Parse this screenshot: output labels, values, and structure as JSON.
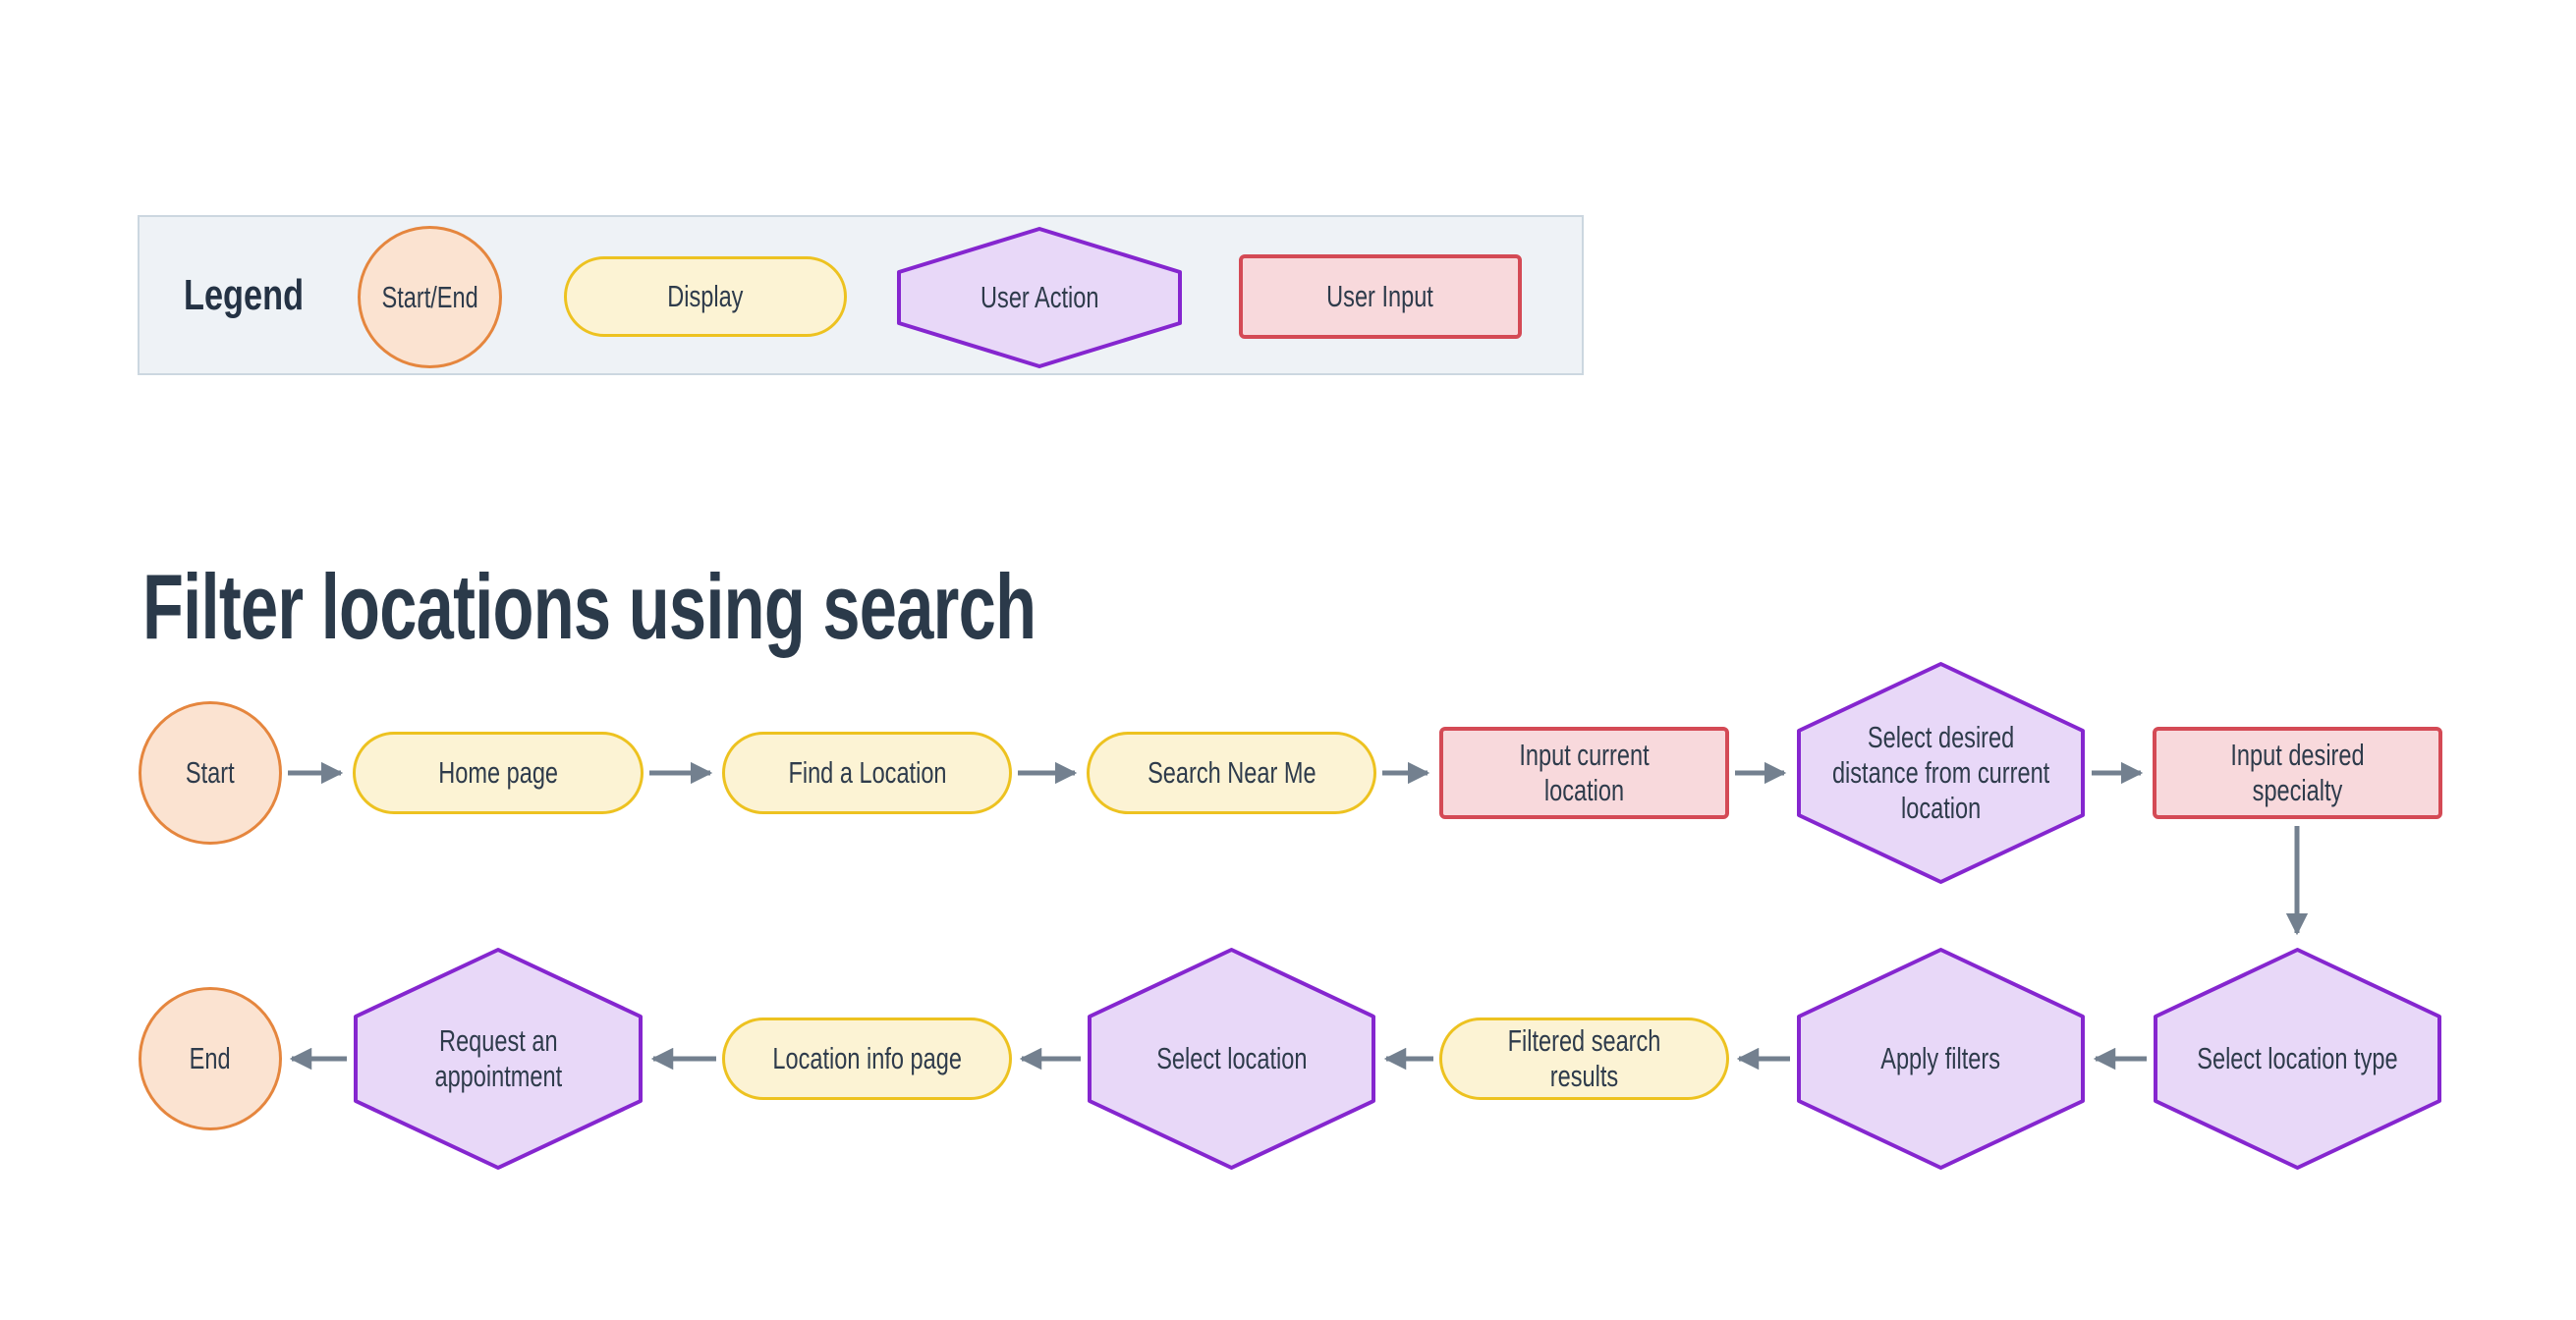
{
  "page_title": "Filter locations using search",
  "palette": {
    "background": "#ffffff",
    "text": "#2e3b4b",
    "title_text": "#2b3a4a",
    "legend_background": "#eef2f6",
    "legend_border": "#ccd7e0",
    "start_end_border": "#e5863e",
    "start_end_fill": "#fbe3d1",
    "display_border": "#edc220",
    "display_fill": "#fcf3d4",
    "user_action_border": "#8526cf",
    "user_action_fill": "#e8d8f8",
    "user_input_border": "#d44a55",
    "user_input_fill": "#f8d9dc",
    "arrow": "#73808f"
  },
  "legend": {
    "title": "Legend",
    "items": [
      {
        "type": "start-end",
        "shape": "ellipse",
        "label": "Start/End"
      },
      {
        "type": "display",
        "shape": "rounded-rectangle",
        "label": "Display"
      },
      {
        "type": "user-action",
        "shape": "hexagon",
        "label": "User Action"
      },
      {
        "type": "user-input",
        "shape": "rectangle",
        "label": "User Input"
      }
    ]
  },
  "flow": {
    "row1": [
      {
        "label": "Start",
        "type": "start-end"
      },
      {
        "label": "Home page",
        "type": "display"
      },
      {
        "label": "Find a Location",
        "type": "display"
      },
      {
        "label": "Search Near Me",
        "type": "display"
      },
      {
        "label": "Input current location",
        "type": "user-input"
      },
      {
        "label": "Select desired\ndistance from current\nlocation",
        "type": "user-action"
      },
      {
        "label": "Input desired specialty",
        "type": "user-input"
      }
    ],
    "row2": [
      {
        "label": "End",
        "type": "start-end"
      },
      {
        "label": "Request an\nappointment",
        "type": "user-action"
      },
      {
        "label": "Location info page",
        "type": "display"
      },
      {
        "label": "Select location",
        "type": "user-action"
      },
      {
        "label": "Filtered search results",
        "type": "display"
      },
      {
        "label": "Apply filters",
        "type": "user-action"
      },
      {
        "label": "Select location type",
        "type": "user-action"
      }
    ],
    "edges": [
      {
        "from": "Start",
        "to": "Home page"
      },
      {
        "from": "Home page",
        "to": "Find a Location"
      },
      {
        "from": "Find a Location",
        "to": "Search Near Me"
      },
      {
        "from": "Search Near Me",
        "to": "Input current location"
      },
      {
        "from": "Input current location",
        "to": "Select desired distance from current location"
      },
      {
        "from": "Select desired distance from current location",
        "to": "Input desired specialty"
      },
      {
        "from": "Input desired specialty",
        "to": "Select location type"
      },
      {
        "from": "Select location type",
        "to": "Apply filters"
      },
      {
        "from": "Apply filters",
        "to": "Filtered search results"
      },
      {
        "from": "Filtered search results",
        "to": "Select location"
      },
      {
        "from": "Select location",
        "to": "Location info page"
      },
      {
        "from": "Location info page",
        "to": "Request an appointment"
      },
      {
        "from": "Request an appointment",
        "to": "End"
      }
    ]
  }
}
